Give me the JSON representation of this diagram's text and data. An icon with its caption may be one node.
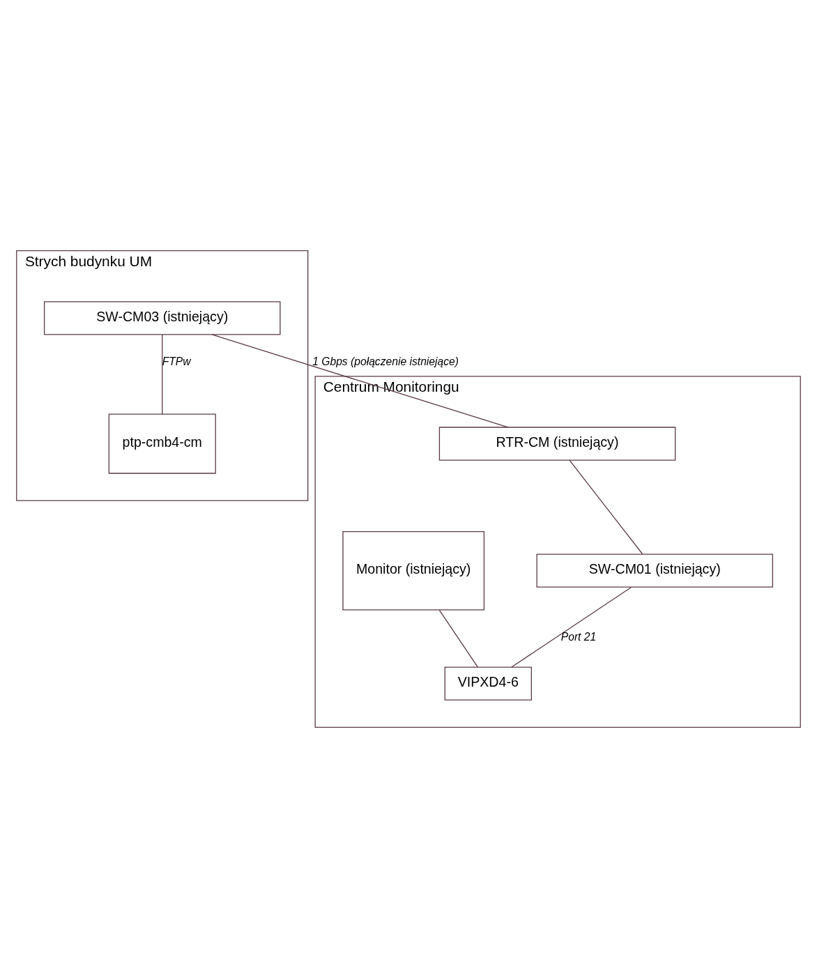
{
  "diagram": {
    "nodes": [
      {
        "text": [
          "Strych budynku UM"
        ]
      },
      {
        "text": [
          "ptp-cmb4-cm"
        ],
        "in": 0
      },
      {
        "text": [
          "SW-CM03 (istniejący)"
        ],
        "in": 0
      },
      {
        "text": [
          "Centrum Monitoringu"
        ]
      },
      {
        "text": [
          "RTR-CM (istniejący)"
        ],
        "in": 3
      },
      {
        "text": [
          "SW-CM01 (istniejący)"
        ],
        "in": 3
      },
      {
        "text": [
          "Monitor (istniejący)"
        ],
        "in": 3
      },
      {
        "text": [
          "VIPXD4-6"
        ],
        "in": 3
      }
    ],
    "edges": [
      {
        "from": 2,
        "to": 1,
        "arrow": "none",
        "label": "FTPw"
      },
      {
        "from": 2,
        "to": 4,
        "arrow": "none",
        "label": "1 Gbps (połączenie istniejące)"
      },
      {
        "from": 4,
        "to": 5,
        "arrow": "none"
      },
      {
        "from": 5,
        "to": 7,
        "arrow": "none",
        "label": "Port 21"
      },
      {
        "from": 6,
        "to": 7,
        "arrow": "none"
      }
    ]
  }
}
